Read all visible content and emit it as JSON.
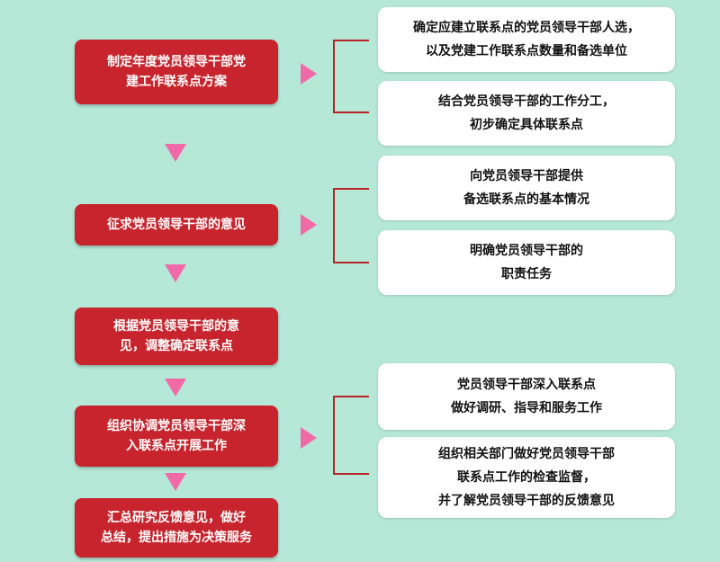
{
  "colors": {
    "background": "#b6e8d8",
    "step_fill": "#c8242d",
    "arrow": "#f06aa8",
    "bracket": "#b7252a",
    "note_fill": "#ffffff"
  },
  "steps": [
    {
      "label": "制定年度党员领导干部党\n建工作联系点方案"
    },
    {
      "label": "征求党员领导干部的意见"
    },
    {
      "label": "根据党员领导干部的意\n见，调整确定联系点"
    },
    {
      "label": "组织协调党员领导干部深\n入联系点开展工作"
    },
    {
      "label": "汇总研究反馈意见，做好\n总结，提出措施为决策服务"
    }
  ],
  "notes": [
    {
      "text": "确定应建立联系点的党员领导干部人选，\n以及党建工作联系点数量和备选单位"
    },
    {
      "text": "结合党员领导干部的工作分工，\n初步确定具体联系点"
    },
    {
      "text": "向党员领导干部提供\n备选联系点的基本情况"
    },
    {
      "text": "明确党员领导干部的\n职责任务"
    },
    {
      "text": "党员领导干部深入联系点\n做好调研、指导和服务工作"
    },
    {
      "text": "组织相关部门做好党员领导干部\n联系点工作的检查监督，\n并了解党员领导干部的反馈意见"
    }
  ]
}
